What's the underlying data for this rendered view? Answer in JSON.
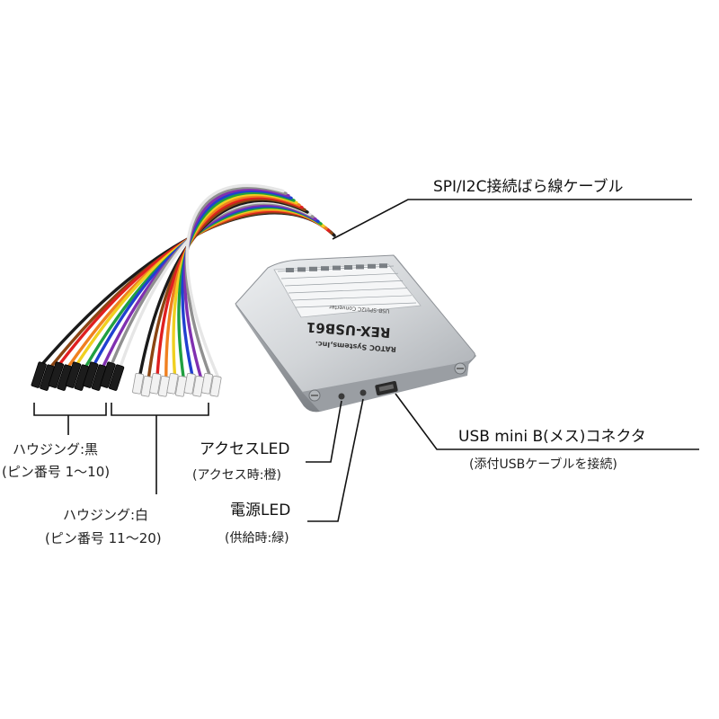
{
  "device": {
    "model": "REX-USB61",
    "maker": "RATOC Systems,Inc.",
    "subtitle": "USB-SPI/I2C Converter"
  },
  "callouts": {
    "cable": "SPI/I2C接続ばら線ケーブル",
    "usb_main": "USB mini B(メス)コネクタ",
    "usb_sub": "(添付USBケーブルを接続)",
    "access_main": "アクセスLED",
    "access_sub": "(アクセス時:橙)",
    "power_main": "電源LED",
    "power_sub": "(供給時:緑)",
    "black_main": "ハウジング:黒",
    "black_sub": "(ピン番号 1～10)",
    "white_main": "ハウジング:白",
    "white_sub": "(ピン番号 11～20)"
  },
  "colors": {
    "wires": [
      "#1a1a1a",
      "#8b4513",
      "#e02020",
      "#f08020",
      "#f0d020",
      "#20a040",
      "#2040d0",
      "#8030b0",
      "#909090",
      "#f4f4f4"
    ],
    "housing_black": "#1c1c1c",
    "housing_white": "#f2f2f2",
    "device_body": "#d2d5d8"
  }
}
